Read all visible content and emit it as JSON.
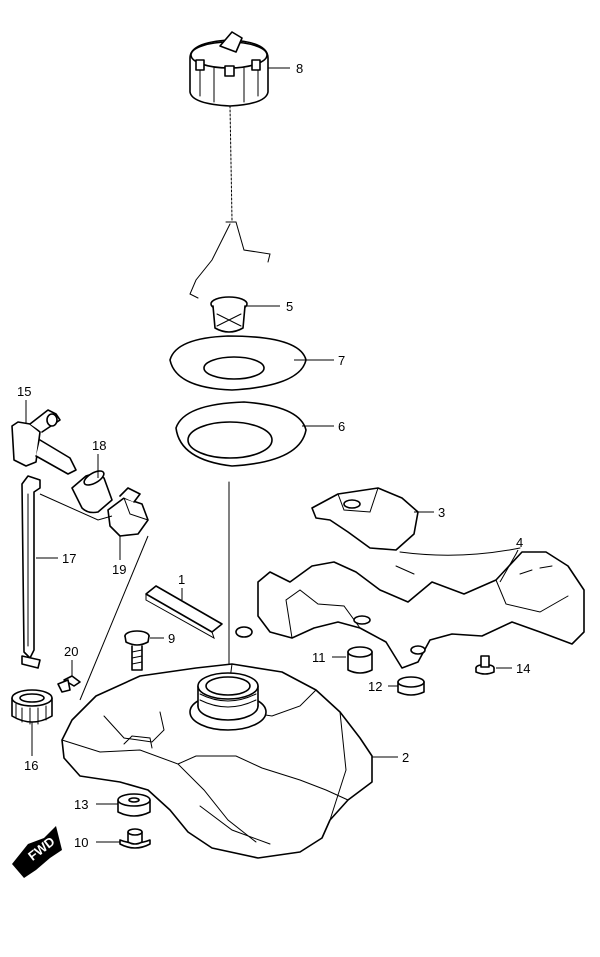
{
  "labels": {
    "p1": "1",
    "p2": "2",
    "p3": "3",
    "p4": "4",
    "p5": "5",
    "p6": "6",
    "p7": "7",
    "p8": "8",
    "p9": "9",
    "p10": "10",
    "p11": "11",
    "p12": "12",
    "p13": "13",
    "p14": "14",
    "p15": "15",
    "p16": "16",
    "p17": "17",
    "p18": "18",
    "p19": "19",
    "p20": "20"
  },
  "fwd_label": "FWD"
}
